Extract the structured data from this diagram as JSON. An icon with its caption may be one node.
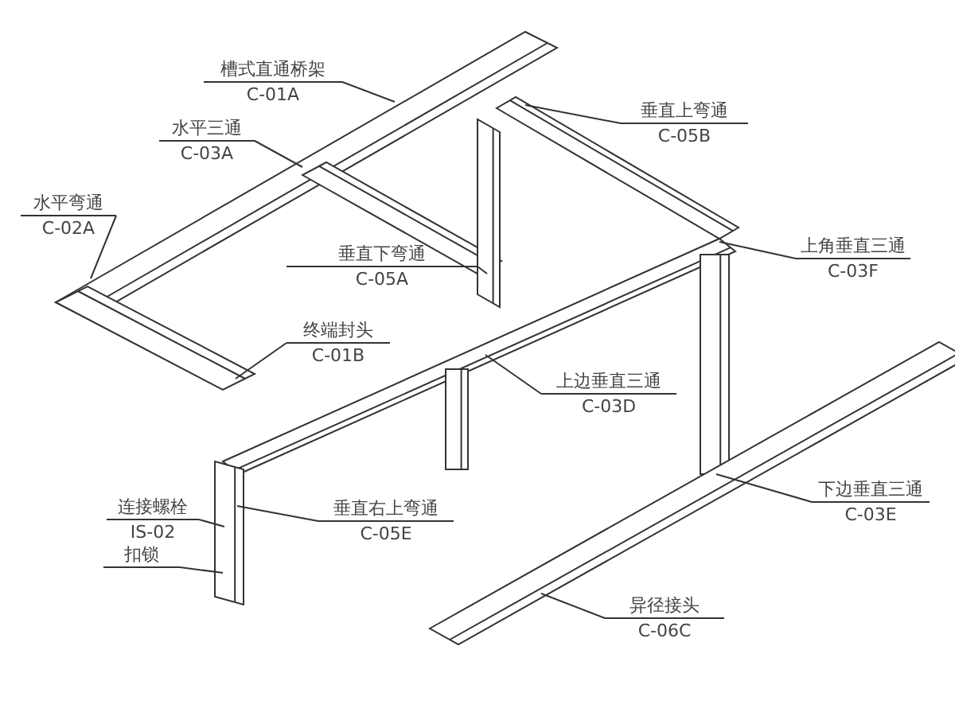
{
  "diagram": {
    "nodes": [
      {
        "text": [
          "槽式直通桥架",
          "C-01A"
        ]
      },
      {
        "text": [
          "水平三通",
          "C-03A"
        ]
      },
      {
        "text": [
          "水平弯通",
          "C-02A"
        ]
      },
      {
        "text": [
          "垂直下弯通",
          "C-05A"
        ]
      },
      {
        "text": [
          "终端封头",
          "C-01B"
        ]
      },
      {
        "text": [
          "垂直上弯通",
          "C-05B"
        ]
      },
      {
        "text": [
          "上角垂直三通",
          "C-03F"
        ]
      },
      {
        "text": [
          "上边垂直三通",
          "C-03D"
        ]
      },
      {
        "text": [
          "垂直右上弯通",
          "C-05E"
        ]
      },
      {
        "text": [
          "下边垂直三通",
          "C-03E"
        ]
      },
      {
        "text": [
          "异径接头",
          "C-06C"
        ]
      },
      {
        "text": [
          "连接螺栓",
          "IS-02"
        ]
      },
      {
        "text": [
          "扣锁"
        ]
      }
    ],
    "edges": [
      {
        "from": 0,
        "to": null,
        "arrow": "none"
      },
      {
        "from": 1,
        "to": null,
        "arrow": "none"
      },
      {
        "from": 2,
        "to": null,
        "arrow": "none"
      },
      {
        "from": 3,
        "to": null,
        "arrow": "none"
      },
      {
        "from": 4,
        "to": null,
        "arrow": "none"
      },
      {
        "from": 5,
        "to": null,
        "arrow": "none"
      },
      {
        "from": 6,
        "to": null,
        "arrow": "none"
      },
      {
        "from": 7,
        "to": null,
        "arrow": "none"
      },
      {
        "from": 8,
        "to": null,
        "arrow": "none"
      },
      {
        "from": 9,
        "to": null,
        "arrow": "none"
      },
      {
        "from": 10,
        "to": null,
        "arrow": "none"
      },
      {
        "from": 11,
        "to": null,
        "arrow": "none"
      },
      {
        "from": 12,
        "to": null,
        "arrow": "none"
      }
    ]
  }
}
